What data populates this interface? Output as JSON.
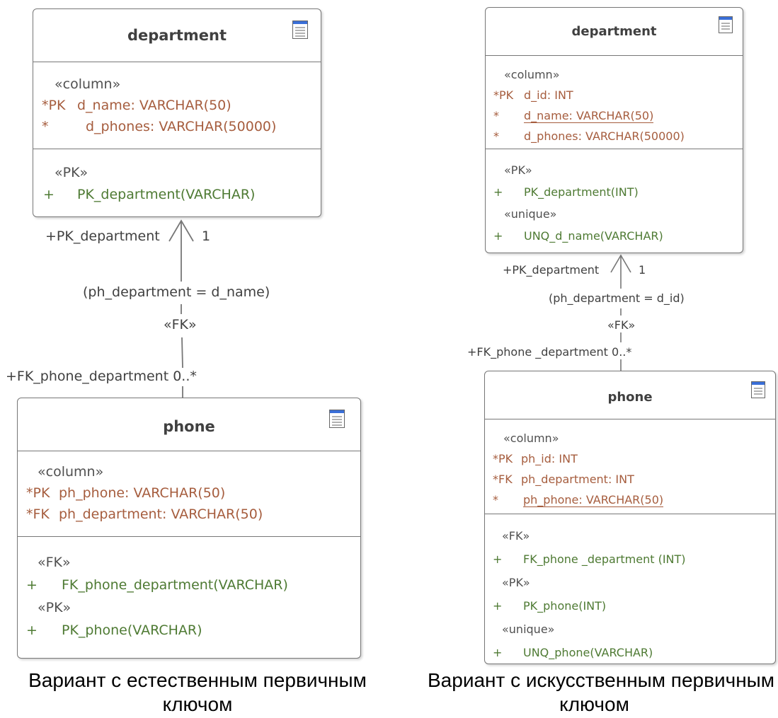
{
  "left": {
    "department": {
      "title": "department",
      "column_stereo": "«column»",
      "columns": [
        {
          "prefix": "*PK",
          "text": "d_name: VARCHAR(50)"
        },
        {
          "prefix": "*",
          "text": "d_phones: VARCHAR(50000)"
        }
      ],
      "pk_stereo": "«PK»",
      "pk_op_prefix": "+",
      "pk_op": "PK_department(VARCHAR)"
    },
    "relation": {
      "role_target": "+PK_department",
      "mult_target": "1",
      "condition": "(ph_department = d_name)",
      "stereo": "«FK»",
      "role_source": "+FK_phone_department",
      "mult_source": "0..*"
    },
    "phone": {
      "title": "phone",
      "column_stereo": "«column»",
      "columns": [
        {
          "prefix": "*PK",
          "text": "ph_phone: VARCHAR(50)"
        },
        {
          "prefix": "*FK",
          "text": "ph_department: VARCHAR(50)"
        }
      ],
      "fk_stereo": "«FK»",
      "fk_op_prefix": "+",
      "fk_op": "FK_phone_department(VARCHAR)",
      "pk_stereo": "«PK»",
      "pk_op_prefix": "+",
      "pk_op": "PK_phone(VARCHAR)"
    },
    "caption_line1": "Вариант с естественным первичным",
    "caption_line2": "ключом"
  },
  "right": {
    "department": {
      "title": "department",
      "column_stereo": "«column»",
      "columns": [
        {
          "prefix": "*PK",
          "text": "d_id: INT"
        },
        {
          "prefix": "*",
          "text": "d_name: VARCHAR(50)"
        },
        {
          "prefix": "*",
          "text": "d_phones: VARCHAR(50000)"
        }
      ],
      "pk_stereo": "«PK»",
      "pk_op_prefix": "+",
      "pk_op": "PK_department(INT)",
      "uq_stereo": "«unique»",
      "uq_op_prefix": "+",
      "uq_op": "UNQ_d_name(VARCHAR)"
    },
    "relation": {
      "role_target": "+PK_department",
      "mult_target": "1",
      "condition": "(ph_department = d_id)",
      "stereo": "«FK»",
      "role_source": "+FK_phone _department",
      "mult_source": "0..*"
    },
    "phone": {
      "title": "phone",
      "column_stereo": "«column»",
      "columns": [
        {
          "prefix": "*PK",
          "text": "ph_id: INT"
        },
        {
          "prefix": "*FK",
          "text": "ph_department: INT"
        },
        {
          "prefix": "*",
          "text": "ph_phone: VARCHAR(50)"
        }
      ],
      "fk_stereo": "«FK»",
      "fk_op_prefix": "+",
      "fk_op": "FK_phone _department (INT)",
      "pk_stereo": "«PK»",
      "pk_op_prefix": "+",
      "pk_op": "PK_phone(INT)",
      "uq_stereo": "«unique»",
      "uq_op_prefix": "+",
      "uq_op": "UNQ_phone(VARCHAR)"
    },
    "caption_line1": "Вариант с искусственным первичным",
    "caption_line2": "ключом"
  }
}
